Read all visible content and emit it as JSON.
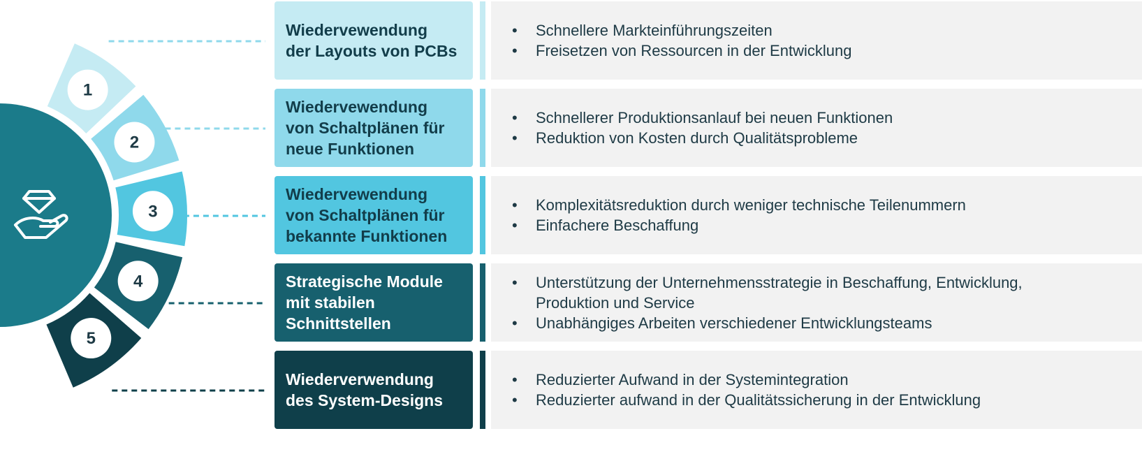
{
  "steps": [
    {
      "number": "1",
      "title": "Wiedervewendung\nder Layouts von PCBs",
      "color": "#c5ebf3",
      "text_color": "#123d4a",
      "bullets": [
        "Schnellere Markteinführungszeiten",
        "Freisetzen von Ressourcen in der Entwicklung"
      ]
    },
    {
      "number": "2",
      "title": "Wiedervewendung\nvon Schaltplänen für\nneue Funktionen",
      "color": "#8fd9eb",
      "text_color": "#123d4a",
      "bullets": [
        "Schnellerer Produktionsanlauf bei neuen Funktionen",
        "Reduktion von Kosten durch Qualitätsprobleme"
      ]
    },
    {
      "number": "3",
      "title": "Wiedervewendung\nvon Schaltplänen für\nbekannte Funktionen",
      "color": "#52c6e0",
      "text_color": "#123d4a",
      "bullets": [
        "Komplexitätsreduktion durch weniger technische Teilenummern",
        "Einfachere Beschaffung"
      ]
    },
    {
      "number": "4",
      "title": "Strategische Module\nmit stabilen\nSchnittstellen",
      "color": "#17606e",
      "text_color": "#ffffff",
      "bullets": [
        "Unterstützung der Unternehmensstrategie in Beschaffung, Entwicklung,\nProduktion und Service",
        "Unabhängiges Arbeiten verschiedener Entwicklungsteams"
      ]
    },
    {
      "number": "5",
      "title": "Wiederverwendung\ndes System-Designs",
      "color": "#0f3f4a",
      "text_color": "#ffffff",
      "bullets": [
        "Reduzierter Aufwand in der Systemintegration",
        "Reduzierter aufwand in der Qualitätssicherung in der Entwicklung"
      ]
    }
  ],
  "center": {
    "color": "#1b7b8a",
    "icon": "diamond-in-hand-icon"
  }
}
